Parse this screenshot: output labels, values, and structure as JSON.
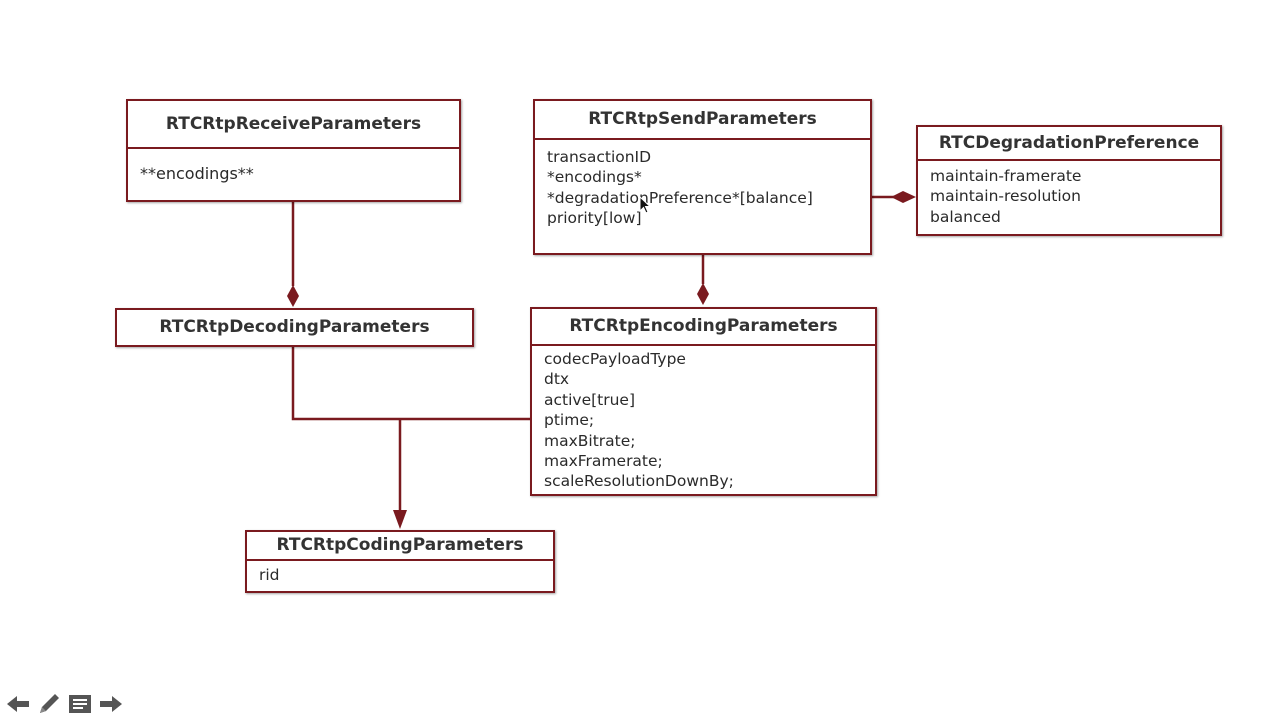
{
  "diagram": {
    "boxes": {
      "receive": {
        "title": "RTCRtpReceiveParameters",
        "attrs": [
          "**encodings**"
        ]
      },
      "send": {
        "title": "RTCRtpSendParameters",
        "attrs": [
          "transactionID",
          "*encodings*",
          "*degradationPreference*[balance]",
          "priority[low]"
        ]
      },
      "degradation": {
        "title": "RTCDegradationPreference",
        "attrs": [
          "maintain-framerate",
          "maintain-resolution",
          "balanced"
        ]
      },
      "decoding": {
        "title": "RTCRtpDecodingParameters"
      },
      "encoding": {
        "title": "RTCRtpEncodingParameters",
        "attrs": [
          "codecPayloadType",
          "dtx",
          "active[true]",
          "ptime;",
          "maxBitrate;",
          "maxFramerate;",
          "scaleResolutionDownBy;"
        ]
      },
      "coding": {
        "title": "RTCRtpCodingParameters",
        "attrs": [
          "rid"
        ]
      }
    },
    "colors": {
      "stroke": "#7a1a1f",
      "text": "#333333",
      "toolbar": "#555555"
    }
  },
  "toolbar": {
    "icons": [
      "arrow-left-icon",
      "pencil-icon",
      "notes-icon",
      "arrow-right-icon"
    ]
  }
}
